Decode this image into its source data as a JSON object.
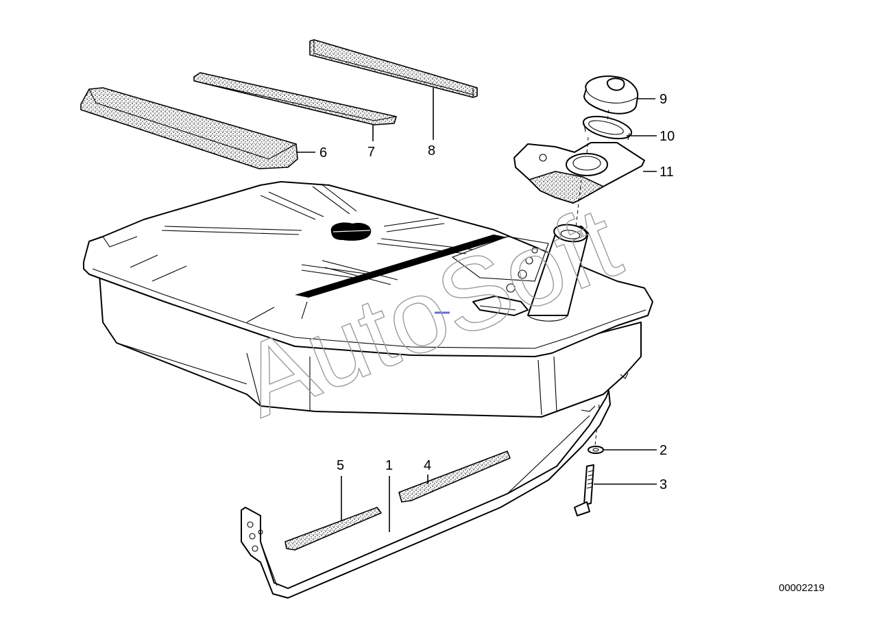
{
  "callouts": {
    "c1": "1",
    "c2": "2",
    "c3": "3",
    "c4": "4",
    "c5": "5",
    "c6": "6",
    "c7": "7",
    "c8": "8",
    "c9": "9",
    "c10": "10",
    "c11": "11"
  },
  "drawing_number": "00002219",
  "watermark": "AutoSoft"
}
